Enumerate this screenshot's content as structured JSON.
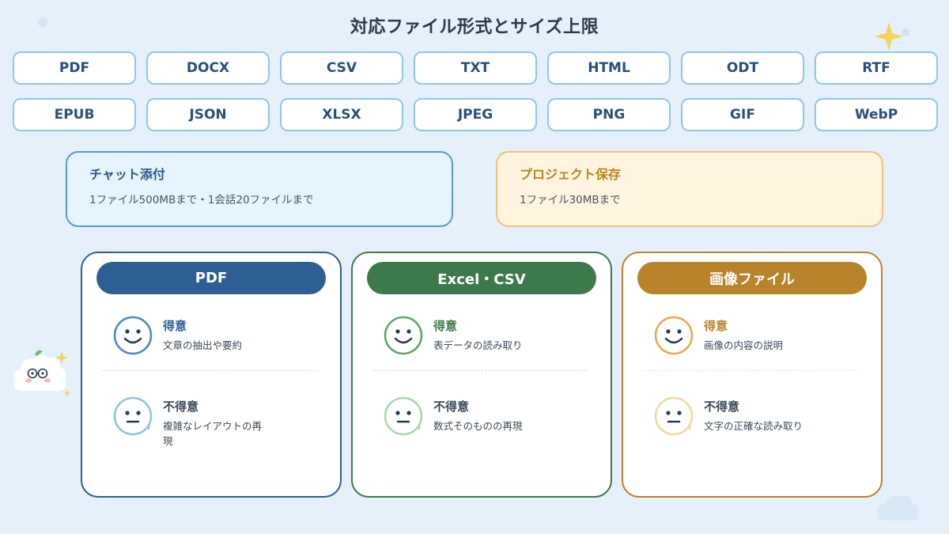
{
  "title": "対応ファイル形式とサイズ上限",
  "formats": [
    "PDF",
    "DOCX",
    "CSV",
    "TXT",
    "HTML",
    "ODT",
    "RTF",
    "EPUB",
    "JSON",
    "XLSX",
    "JPEG",
    "PNG",
    "GIF",
    "WebP"
  ],
  "limits": {
    "chat": {
      "title": "チャット添付",
      "desc": "1ファイル500MBまで・1会話20ファイルまで"
    },
    "project": {
      "title": "プロジェクト保存",
      "desc": "1ファイル30MBまで"
    }
  },
  "cards": [
    {
      "header": "PDF",
      "good_label": "得意",
      "good_desc": "文章の抽出や要約",
      "bad_label": "不得意",
      "bad_desc": "複雑なレイアウトの再現"
    },
    {
      "header": "Excel・CSV",
      "good_label": "得意",
      "good_desc": "表データの読み取り",
      "bad_label": "不得意",
      "bad_desc": "数式そのものの再現"
    },
    {
      "header": "画像ファイル",
      "good_label": "得意",
      "good_desc": "画像の内容の説明",
      "bad_label": "不得意",
      "bad_desc": "文字の正確な読み取り"
    }
  ],
  "colors": {
    "card1": "#2e5f94",
    "card2": "#3d7a4b",
    "card3": "#b8832a",
    "bad1": "#8fc3e4",
    "bad2": "#a9d6b1",
    "bad3": "#f2d9a0"
  },
  "icons": [
    "smile-face-icon",
    "neutral-face-icon",
    "mascot-cloud-icon",
    "sparkle-icon"
  ]
}
